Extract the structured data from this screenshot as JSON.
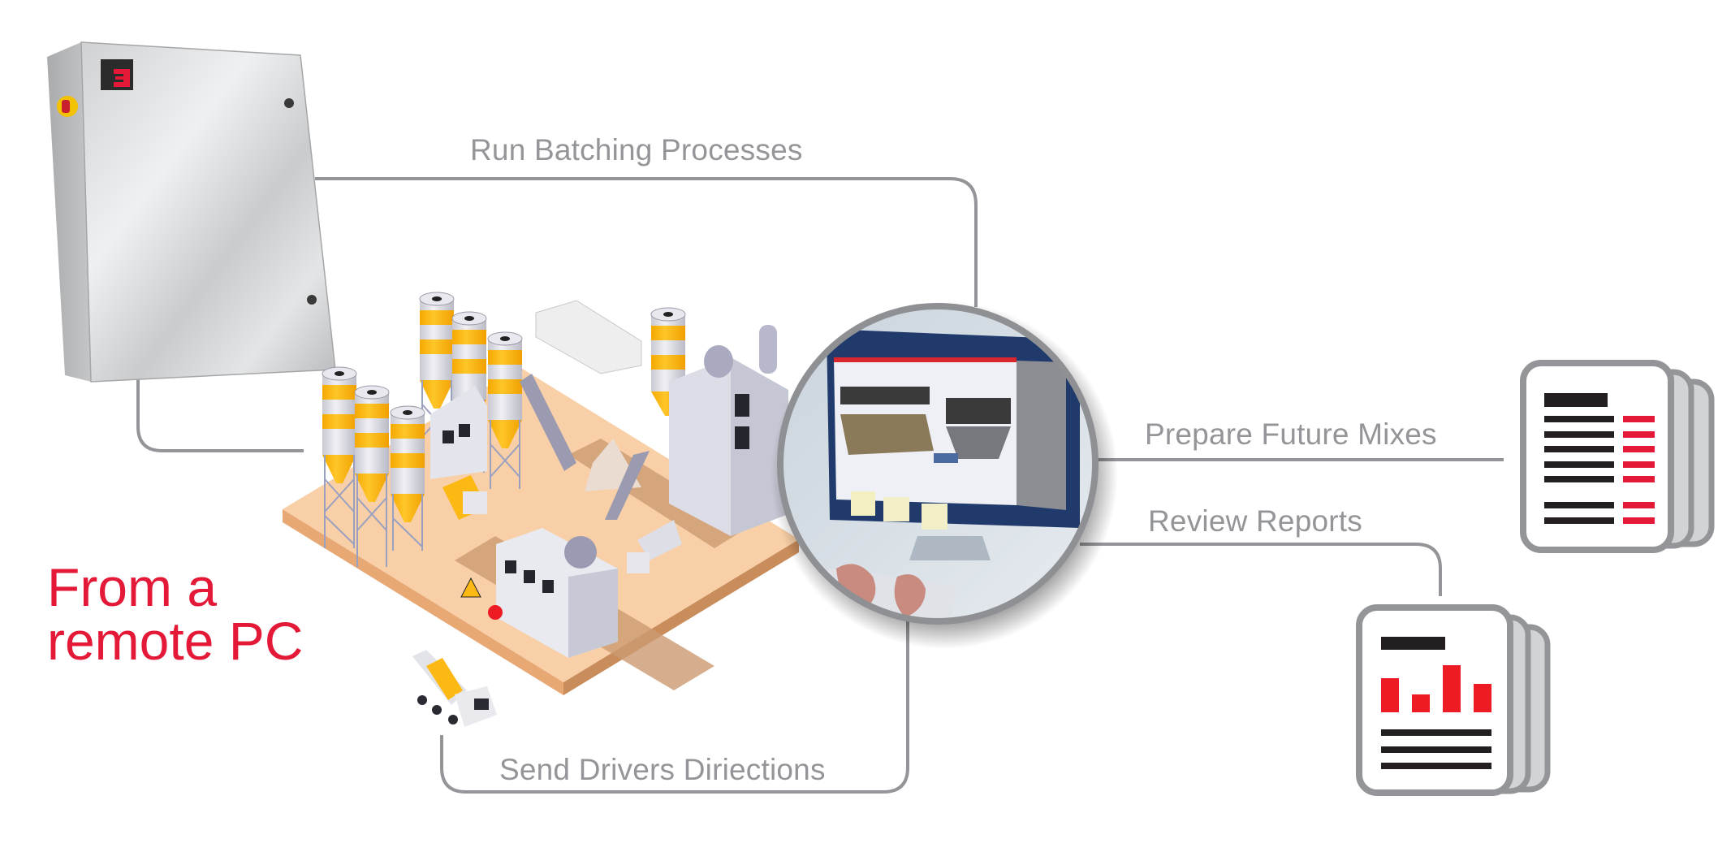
{
  "labels": {
    "run_batching": "Run Batching Processes",
    "prepare_mixes": "Prepare Future Mixes",
    "review_reports": "Review Reports",
    "send_directions": "Send Drivers Diriections"
  },
  "headline": {
    "line1": "From a",
    "line2": "remote PC"
  },
  "colors": {
    "connector": "#939598",
    "headline": "#e31937",
    "accent_red": "#ed1c24",
    "silo_yellow": "#fdb913",
    "platform": "#f6c9a0",
    "doc_ink": "#231f20"
  },
  "icons": [
    "control-cabinet-image",
    "batch-plant-illustration",
    "remote-pc-monitor-image",
    "mix-sheet-document-icon",
    "report-chart-document-icon",
    "mixer-truck-icon"
  ]
}
